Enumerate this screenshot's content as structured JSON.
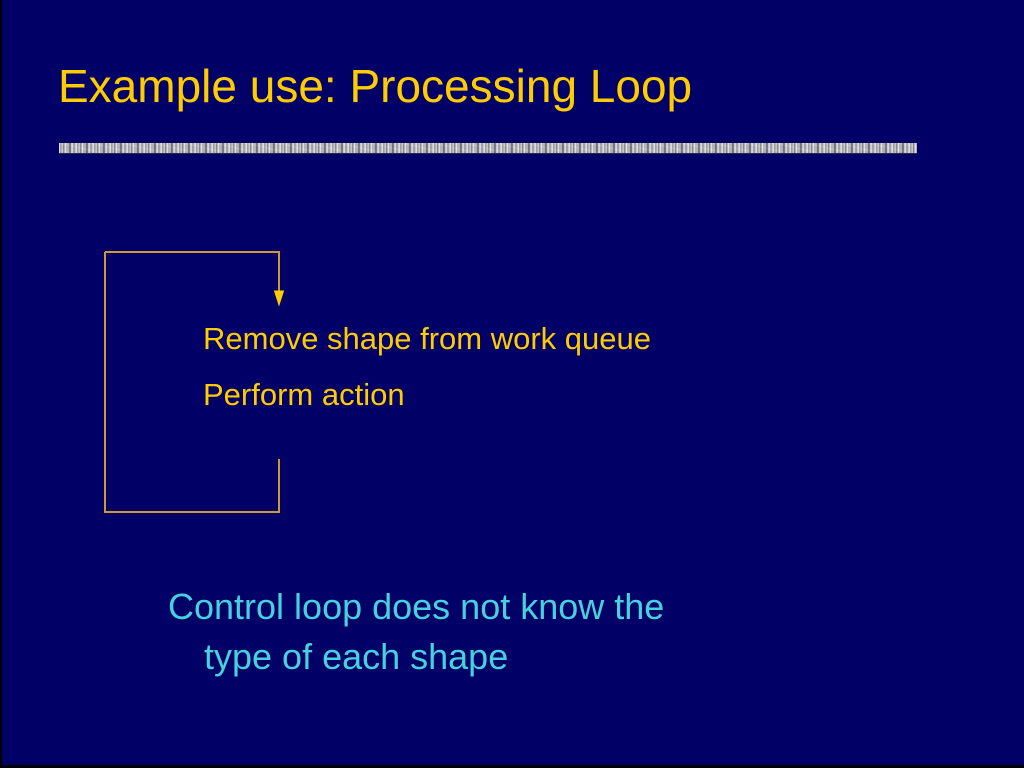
{
  "slide": {
    "title": "Example use: Processing Loop",
    "background_color": "#000066",
    "title_color": "#FFCC00",
    "accent_color": "#FFCC00",
    "caption_color": "#45D1DD",
    "divider_color": "#C9C9C9",
    "loop_line_color": "#CC9A33"
  },
  "diagram": {
    "name": "processing-loop",
    "arrow_direction": "down",
    "body_lines": [
      "Remove shape from work queue",
      "Perform action"
    ]
  },
  "caption": {
    "lines": [
      "Control loop does not know the",
      "type of each shape"
    ]
  }
}
